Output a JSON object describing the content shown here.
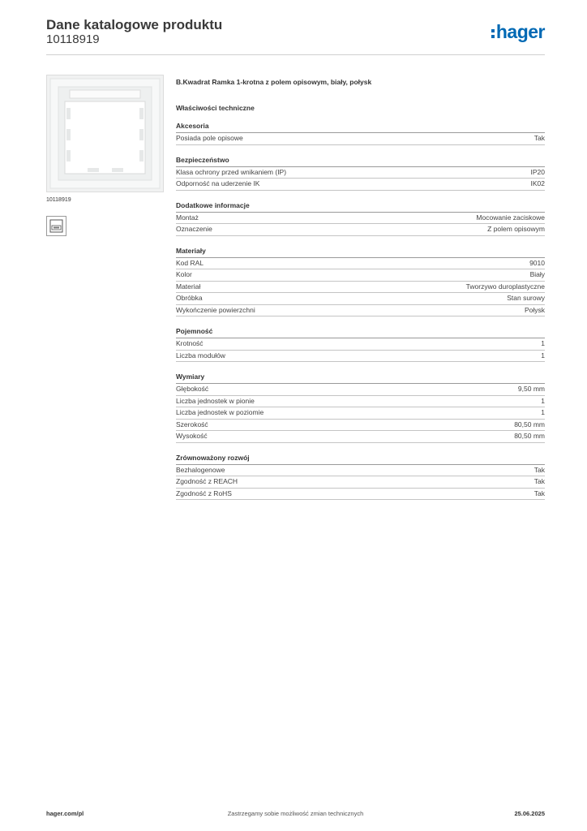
{
  "header": {
    "title": "Dane katalogowe produktu",
    "product_number": "10118919",
    "logo_text": "hager",
    "brand_color": "#0069b4"
  },
  "image": {
    "caption": "10118919"
  },
  "product": {
    "name": "B.Kwadrat Ramka 1-krotna z polem opisowym, biały, połysk"
  },
  "properties_heading": "Właściwości techniczne",
  "sections": [
    {
      "title": "Akcesoria",
      "rows": [
        {
          "label": "Posiada pole opisowe",
          "value": "Tak"
        }
      ]
    },
    {
      "title": "Bezpieczeństwo",
      "rows": [
        {
          "label": "Klasa ochrony przed wnikaniem (IP)",
          "value": "IP20"
        },
        {
          "label": "Odporność na uderzenie IK",
          "value": "IK02"
        }
      ]
    },
    {
      "title": "Dodatkowe informacje",
      "rows": [
        {
          "label": "Montaż",
          "value": "Mocowanie zaciskowe"
        },
        {
          "label": "Oznaczenie",
          "value": "Z polem opisowym"
        }
      ]
    },
    {
      "title": "Materiały",
      "rows": [
        {
          "label": "Kod RAL",
          "value": "9010"
        },
        {
          "label": "Kolor",
          "value": "Biały"
        },
        {
          "label": "Materiał",
          "value": "Tworzywo duroplastyczne"
        },
        {
          "label": "Obróbka",
          "value": "Stan surowy"
        },
        {
          "label": "Wykończenie powierzchni",
          "value": "Połysk"
        }
      ]
    },
    {
      "title": "Pojemność",
      "rows": [
        {
          "label": "Krotność",
          "value": "1"
        },
        {
          "label": "Liczba modułów",
          "value": "1"
        }
      ]
    },
    {
      "title": "Wymiary",
      "rows": [
        {
          "label": "Głębokość",
          "value": "9,50 mm"
        },
        {
          "label": "Liczba jednostek w pionie",
          "value": "1"
        },
        {
          "label": "Liczba jednostek w poziomie",
          "value": "1"
        },
        {
          "label": "Szerokość",
          "value": "80,50 mm"
        },
        {
          "label": "Wysokość",
          "value": "80,50 mm"
        }
      ]
    },
    {
      "title": "Zrównoważony rozwój",
      "rows": [
        {
          "label": "Bezhalogenowe",
          "value": "Tak"
        },
        {
          "label": "Zgodność z REACH",
          "value": "Tak"
        },
        {
          "label": "Zgodność z RoHS",
          "value": "Tak"
        }
      ]
    }
  ],
  "footer": {
    "website": "hager.com/pl",
    "disclaimer": "Zastrzegamy sobie możliwość zmian technicznych",
    "date": "25.06.2025"
  }
}
